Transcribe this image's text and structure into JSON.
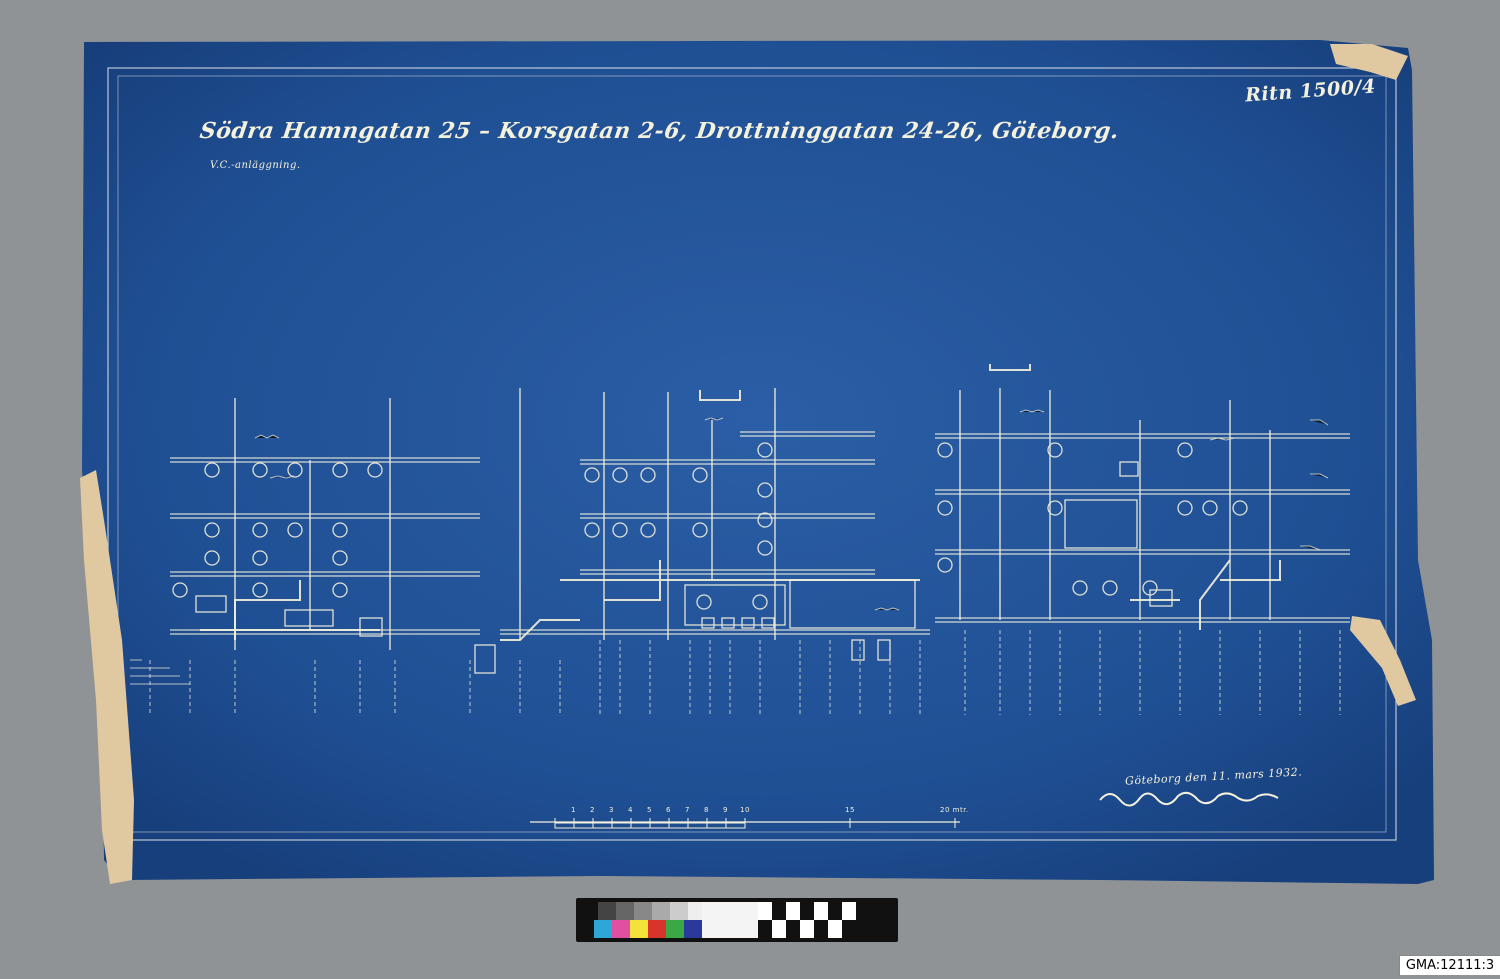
{
  "document": {
    "title": "Södra Hamngatan 25 – Korsgatan 2-6, Drottninggatan 24-26, Göteborg.",
    "subtitle": "V.C.-anläggning.",
    "drawing_number": "Ritn 1500/4",
    "place_date": "Göteborg den 11. mars 1932.",
    "signature": "signature",
    "scale_labels": [
      "1",
      "2",
      "3",
      "4",
      "5",
      "6",
      "7",
      "8",
      "9",
      "10",
      "15",
      "20 mtr."
    ],
    "colors": {
      "blueprint": "#1f4f93",
      "lines": "#f4f1dc",
      "tape": "#e0c9a0",
      "background": "#8f9396"
    }
  },
  "catalog": {
    "id": "GMA:12111:3"
  }
}
